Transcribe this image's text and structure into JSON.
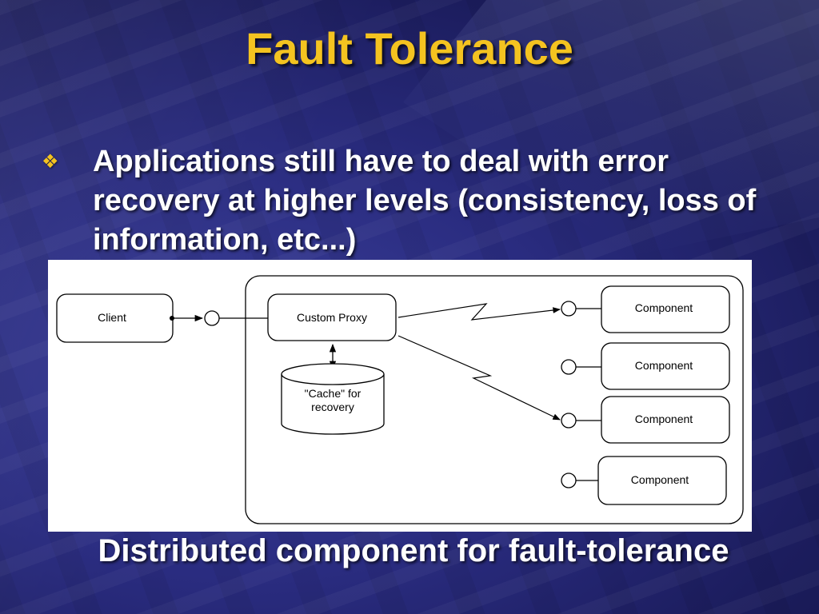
{
  "slide": {
    "title": "Fault Tolerance",
    "bullet_icon": "four-diamond-bullet-icon",
    "bullet": "Applications still have to deal with error recovery at higher levels (consistency, loss of information, etc...)",
    "caption": "Distributed component for fault-tolerance"
  },
  "diagram": {
    "client": "Client",
    "proxy": "Custom Proxy",
    "cache_line1": "\"Cache\" for",
    "cache_line2": "recovery",
    "components": [
      "Component",
      "Component",
      "Component",
      "Component"
    ]
  },
  "colors": {
    "title": "#f4c320",
    "text": "#ffffff",
    "background": "#2a2c80"
  }
}
